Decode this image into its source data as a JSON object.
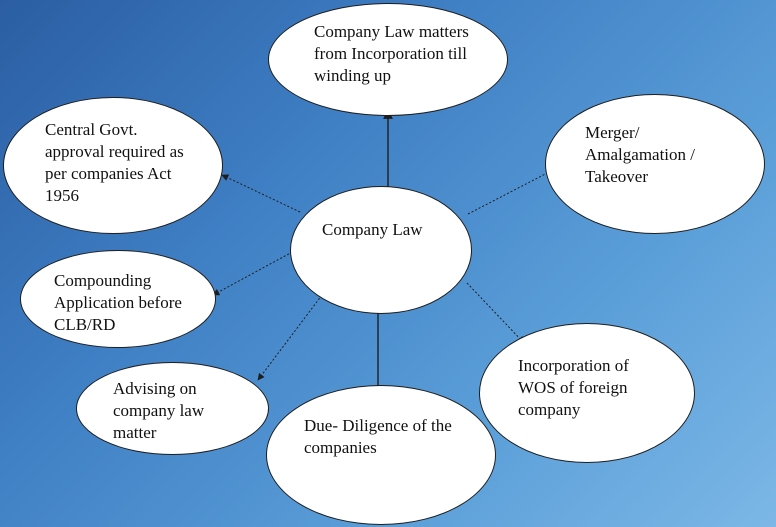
{
  "diagram": {
    "center": {
      "label": "Company Law"
    },
    "nodes": [
      {
        "id": "top",
        "label": "Company Law matters from Incorporation till winding up"
      },
      {
        "id": "central-govt",
        "label": "Central Govt. approval required as per companies Act 1956"
      },
      {
        "id": "merger",
        "label": "Merger/ Amalgamation / Takeover"
      },
      {
        "id": "compounding",
        "label": "Compounding Application before CLB/RD"
      },
      {
        "id": "advising",
        "label": "Advising on company law matter"
      },
      {
        "id": "due-diligence",
        "label": "Due- Diligence of the companies"
      },
      {
        "id": "incorporation-wos",
        "label": "Incorporation of WOS of foreign company"
      }
    ],
    "colors": {
      "node_fill": "#ffffff",
      "outline": "#1e1e1e",
      "arrow": "#1e1e1e"
    }
  }
}
